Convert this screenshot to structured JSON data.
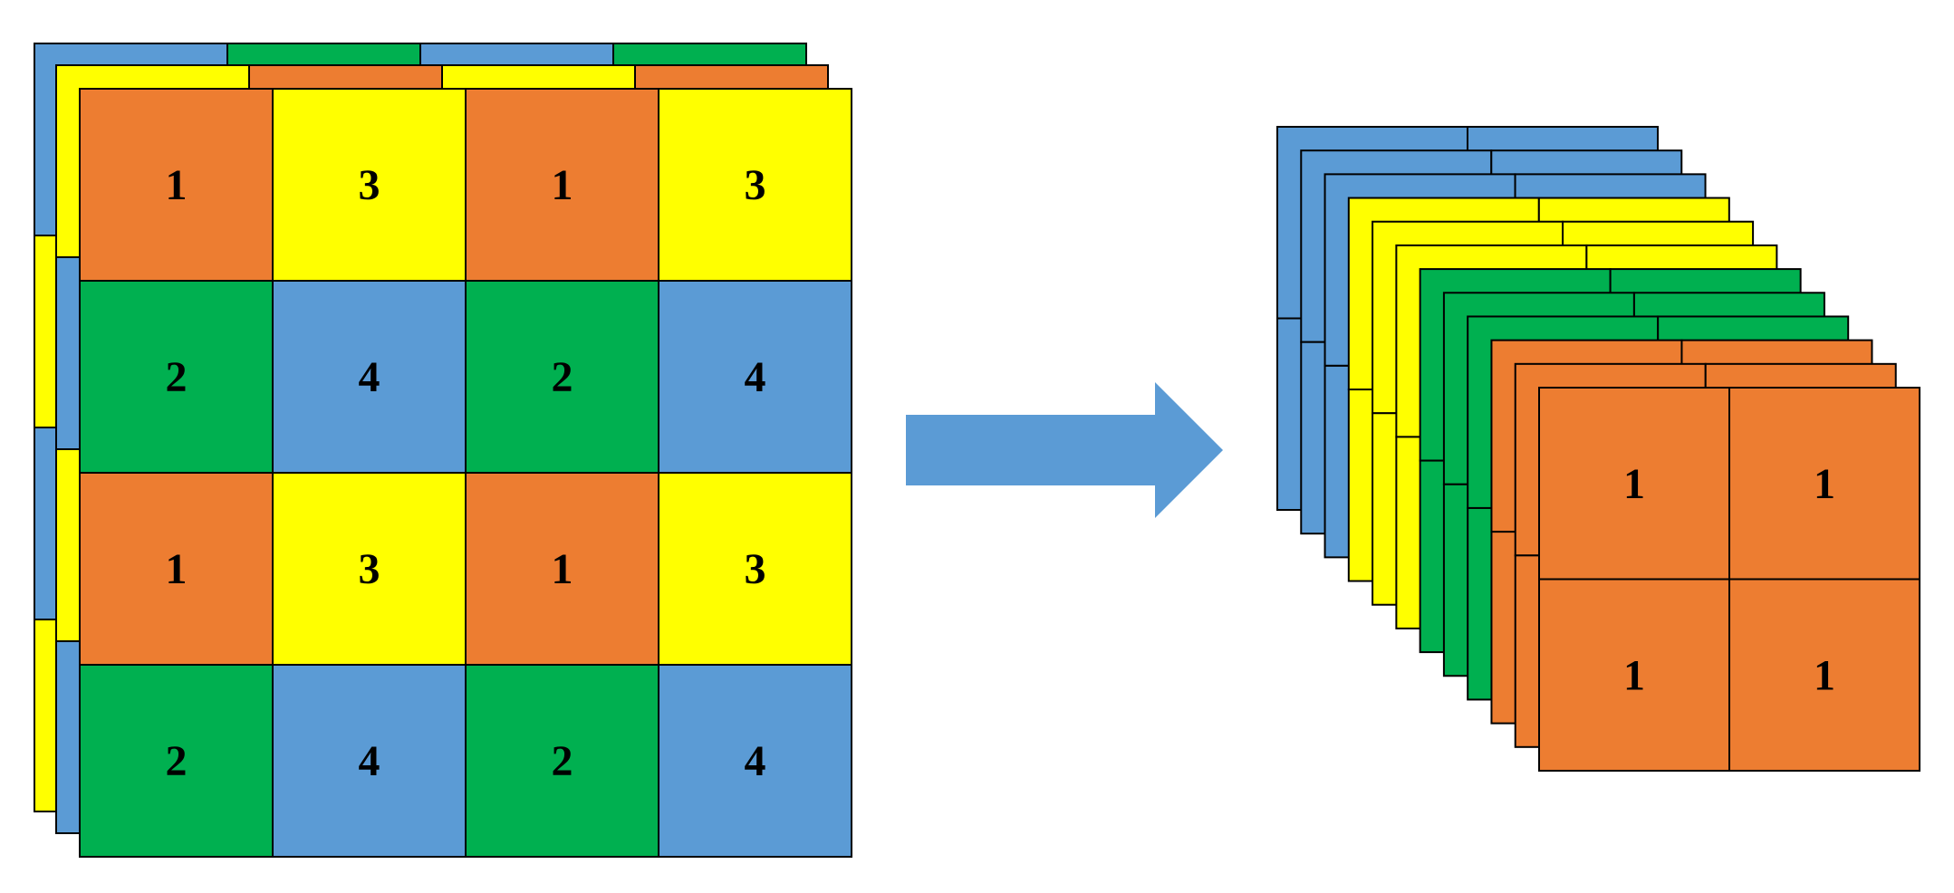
{
  "colors": {
    "1": "#ED7D31",
    "2": "#00B050",
    "3": "#FFFF00",
    "4": "#5B9BD5",
    "outline": "#000000",
    "arrow": "#5B9BD5",
    "background": "#FFFFFF"
  },
  "input_grid": {
    "rows": [
      [
        "1",
        "3",
        "1",
        "3"
      ],
      [
        "2",
        "4",
        "2",
        "4"
      ],
      [
        "1",
        "3",
        "1",
        "3"
      ],
      [
        "2",
        "4",
        "2",
        "4"
      ]
    ]
  },
  "arrow": {
    "direction": "right"
  },
  "output_stack": {
    "channel_order_back_to_front": [
      "4",
      "4",
      "4",
      "3",
      "3",
      "3",
      "2",
      "2",
      "2",
      "1",
      "1",
      "1"
    ],
    "front_block": {
      "rows": [
        [
          "1",
          "1"
        ],
        [
          "1",
          "1"
        ]
      ]
    }
  }
}
